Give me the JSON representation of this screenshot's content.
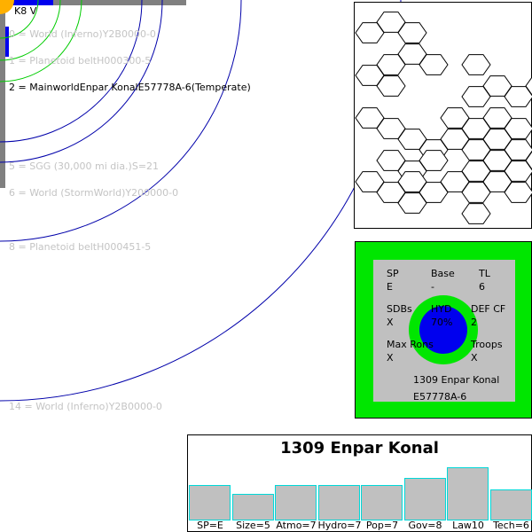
{
  "star": {
    "label": "K8 V",
    "colors": {
      "star": "#ffb000",
      "marker": "#0000ee",
      "frame": "#808080"
    }
  },
  "orbits": [
    {
      "label": "0 = World  (Inferno)Y2B0000-0",
      "mainworld": false
    },
    {
      "label": "1 = Planetoid beltH000300-5",
      "mainworld": false
    },
    {
      "label": "2 = MainworldEnpar KonalE57778A-6(Temperate)",
      "mainworld": true
    },
    {
      "label": "5 = SGG (30,000 mi dia.)S=21",
      "mainworld": false
    },
    {
      "label": "6 = World  (StormWorld)Y200000-0",
      "mainworld": false
    },
    {
      "label": "8 = Planetoid beltH000451-5",
      "mainworld": false
    },
    {
      "label": "14 = World  (Inferno)Y2B0000-0",
      "mainworld": false
    }
  ],
  "orbit_colors": {
    "inner": "#00cc00",
    "outer": "#0000aa"
  },
  "hex_map": {
    "highlight_color": "#00e600"
  },
  "world": {
    "sp_label": "SP",
    "sp_value": "E",
    "base_label": "Base",
    "base_value": "-",
    "tl_label": "TL",
    "tl_value": "6",
    "sdbs_label": "SDBs",
    "sdbs_value": "X",
    "hyd_label": "HYD",
    "hyd_value": "70%",
    "def_label": "DEF CF",
    "def_value": "2",
    "maxrons_label": "Max Rons",
    "maxrons_value": "X",
    "troops_label": "Troops",
    "troops_value": "X",
    "name": "1309 Enpar Konal",
    "uwp": "E57778A-6"
  },
  "uwp_chart": {
    "title": "1309 Enpar Konal",
    "bars": [
      {
        "label": "SP=E",
        "value": 5
      },
      {
        "label": "Size=5",
        "value": 3.7
      },
      {
        "label": "Atmo=7",
        "value": 5
      },
      {
        "label": "Hydro=7",
        "value": 5
      },
      {
        "label": "Pop=7",
        "value": 5
      },
      {
        "label": "Gov=8",
        "value": 6
      },
      {
        "label": "Law10",
        "value": 7.5
      },
      {
        "label": "Tech=6",
        "value": 4.4
      }
    ]
  }
}
